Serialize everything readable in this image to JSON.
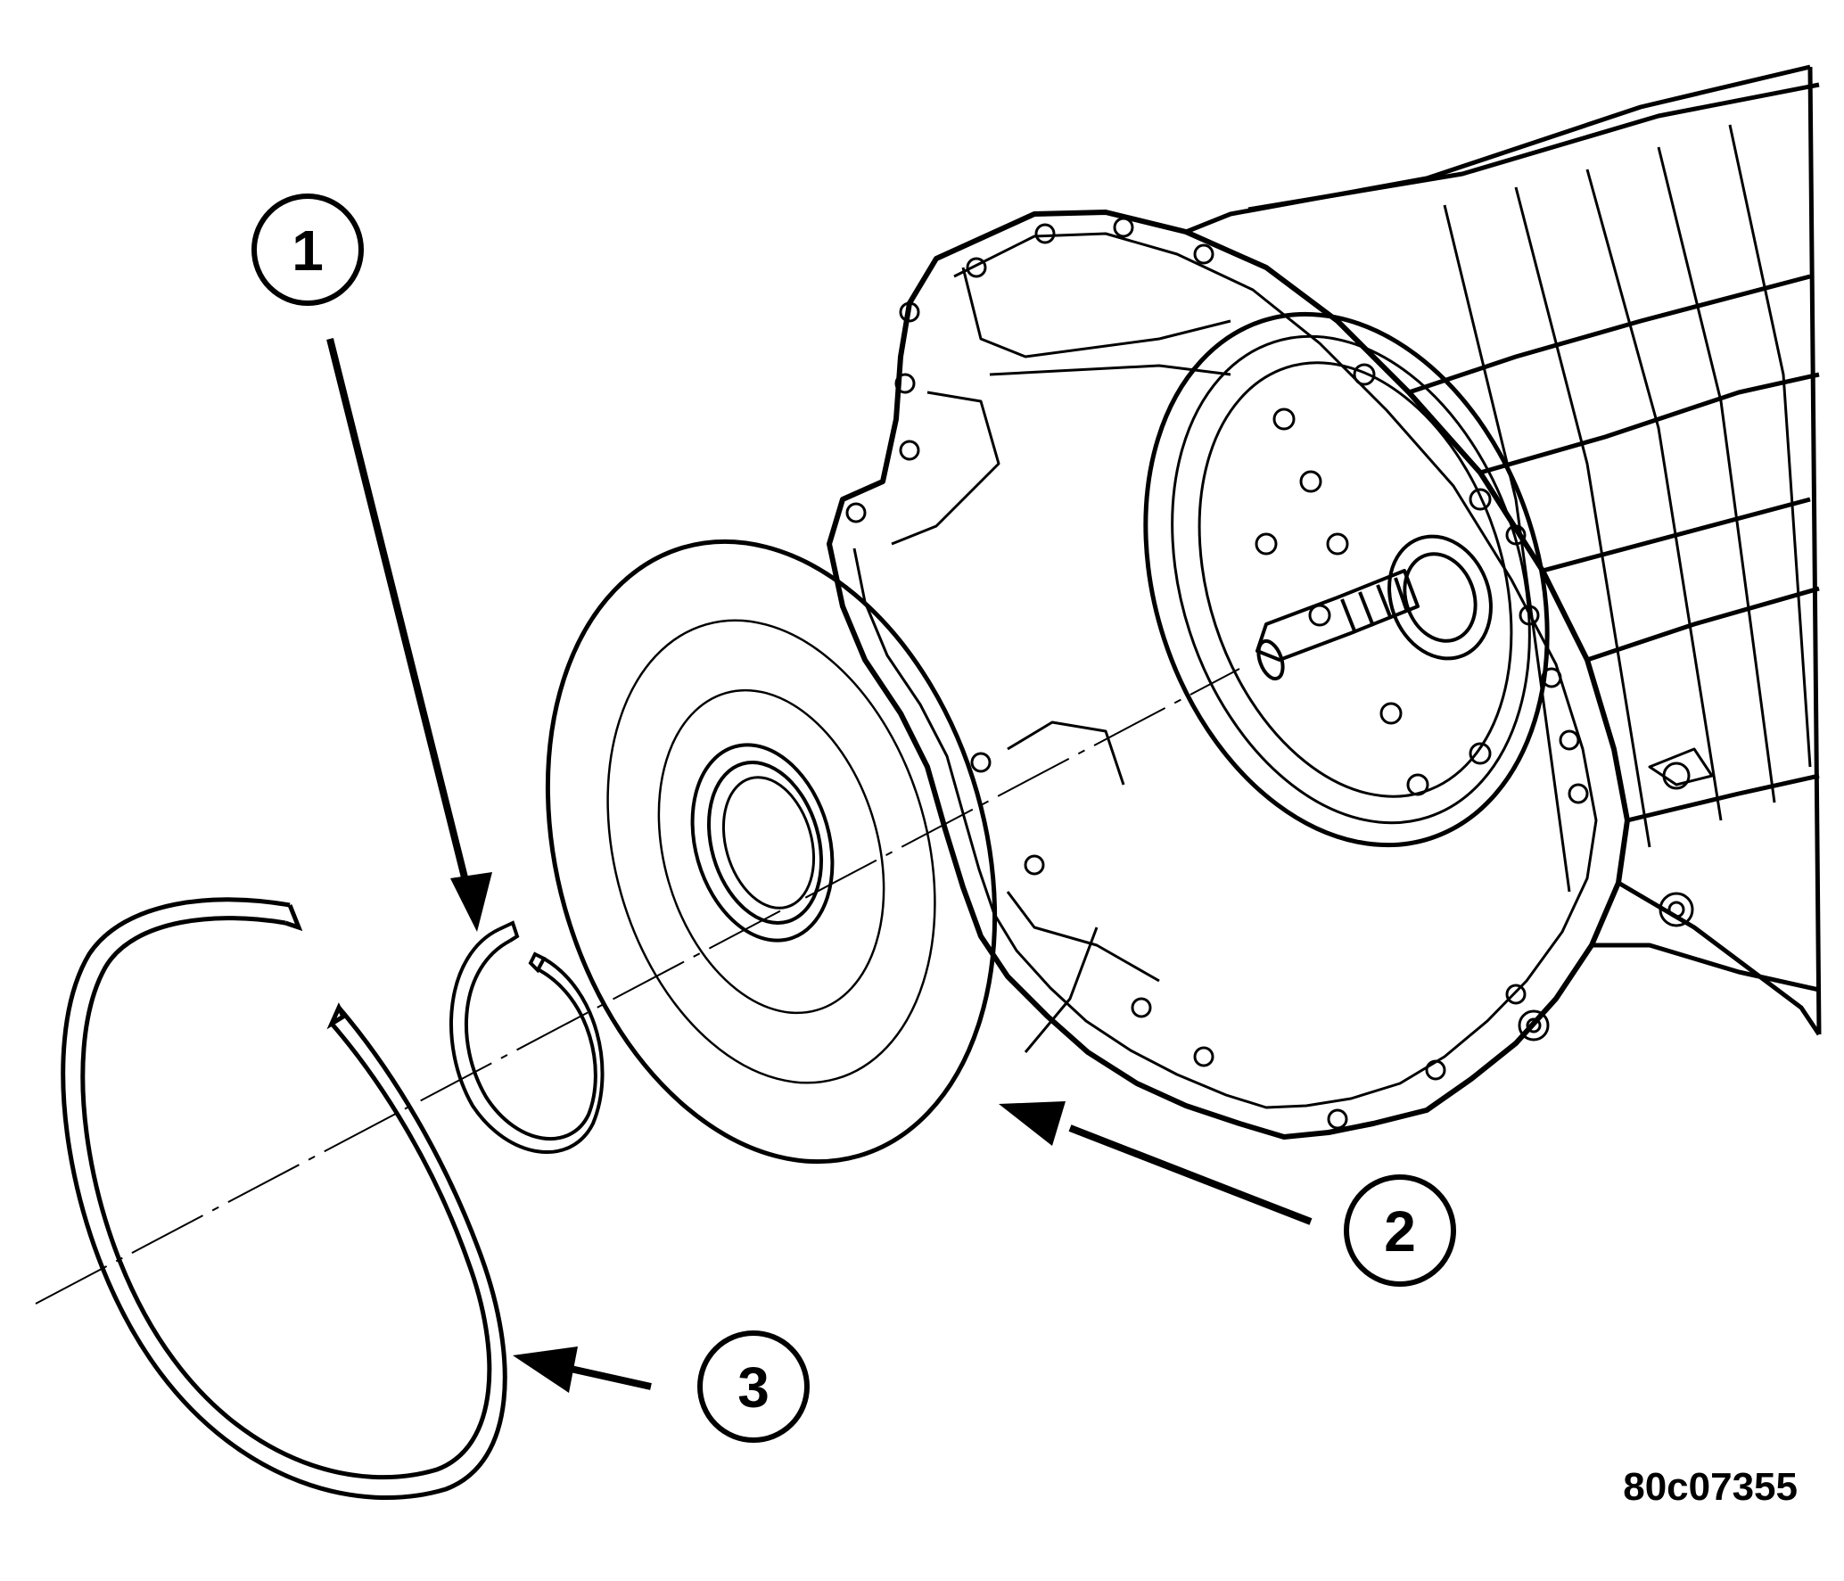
{
  "callouts": [
    {
      "label": "1"
    },
    {
      "label": "2"
    },
    {
      "label": "3"
    }
  ],
  "figure_id": "80c07355",
  "colors": {
    "ink": "#000000",
    "paper": "#ffffff"
  }
}
